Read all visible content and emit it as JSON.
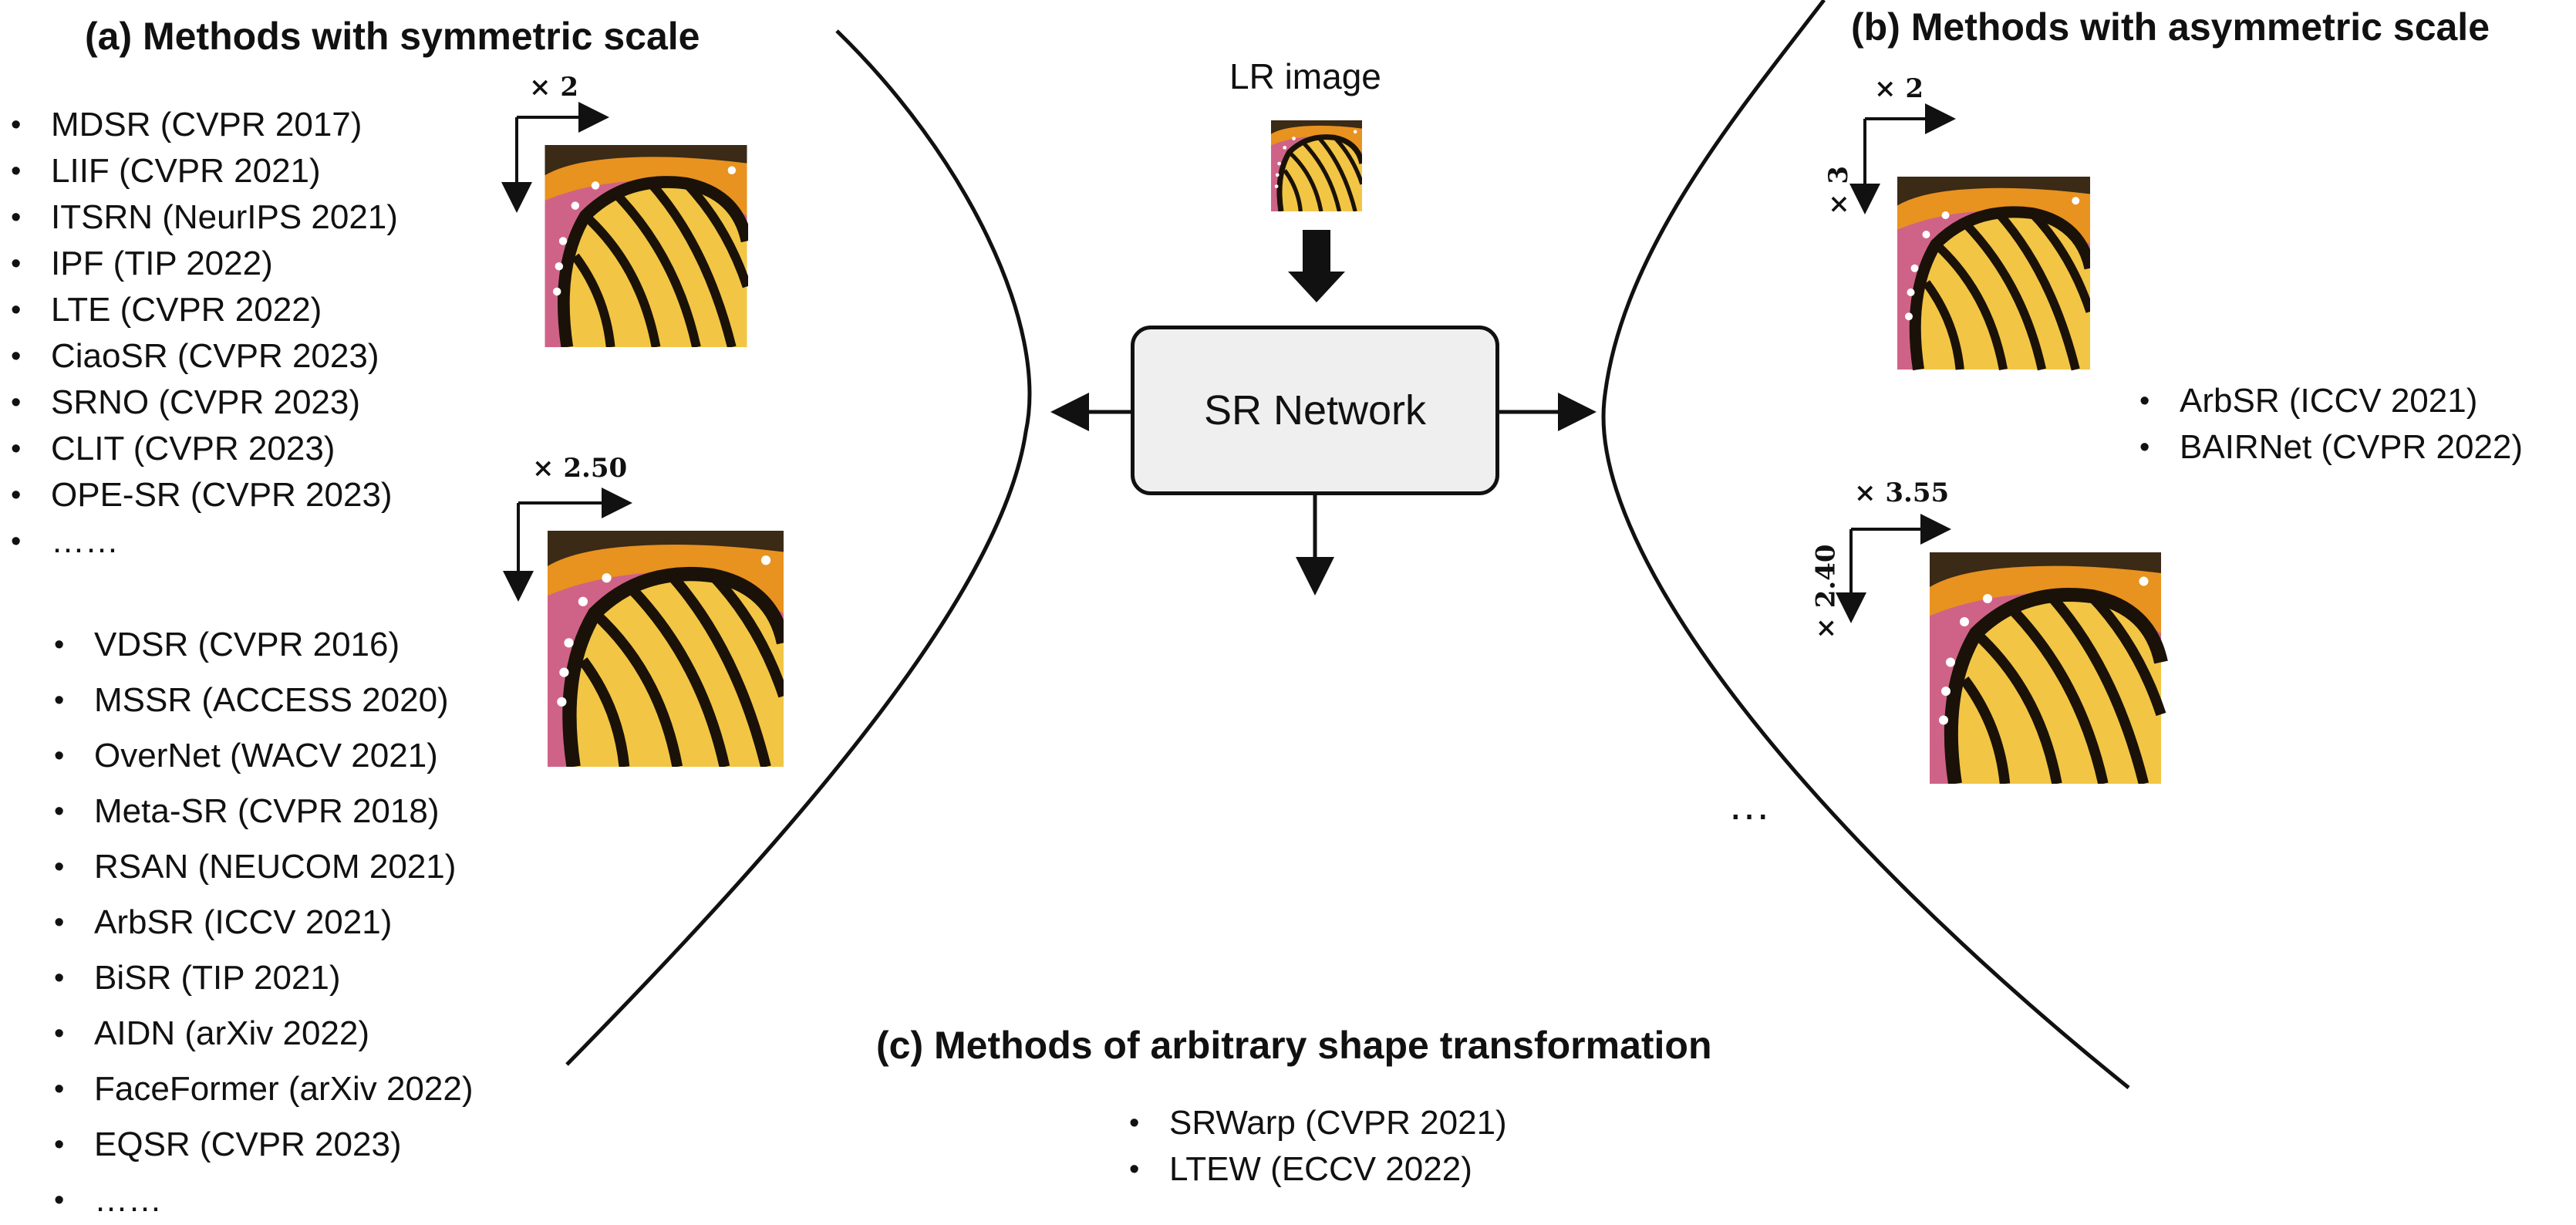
{
  "sections": {
    "symmetric": {
      "title": "(a) Methods with symmetric scale",
      "list_top": [
        "MDSR (CVPR 2017)",
        "LIIF (CVPR 2021)",
        "ITSRN (NeurIPS 2021)",
        "IPF (TIP 2022)",
        "LTE (CVPR 2022)",
        "CiaoSR (CVPR 2023)",
        "SRNO (CVPR 2023)",
        "CLIT (CVPR 2023)",
        "OPE-SR (CVPR 2023)",
        "……"
      ],
      "list_bottom": [
        "VDSR (CVPR 2016)",
        "MSSR (ACCESS 2020)",
        "OverNet (WACV 2021)",
        "Meta-SR (CVPR 2018)",
        "RSAN (NEUCOM 2021)",
        "ArbSR (ICCV 2021)",
        "BiSR (TIP 2021)",
        "AIDN (arXiv 2022)",
        "FaceFormer (arXiv 2022)",
        "EQSR (CVPR 2023)",
        "……"
      ],
      "scale_top": "× 2",
      "scale_bottom": "× 2.50"
    },
    "asymmetric": {
      "title": "(b) Methods with asymmetric scale",
      "list": [
        "ArbSR (ICCV 2021)",
        "BAIRNet (CVPR 2022)"
      ],
      "scale_top_h": "× 2",
      "scale_top_v": "× 3",
      "scale_bottom_h": "× 3.55",
      "scale_bottom_v": "× 2.40"
    },
    "arbitrary": {
      "title": "(c) Methods of arbitrary shape transformation",
      "list": [
        "SRWarp (CVPR 2021)",
        "LTEW (ECCV 2022)"
      ],
      "ellipsis": "…"
    }
  },
  "center": {
    "input_label": "LR image",
    "network_label": "SR Network"
  },
  "colors": {
    "line": "#111111",
    "network_fill": "#efefef",
    "wing_yellow": "#f2c545",
    "wing_orange": "#e8921f",
    "vein_black": "#1a1208",
    "flower_pink": "#c94f7c"
  }
}
